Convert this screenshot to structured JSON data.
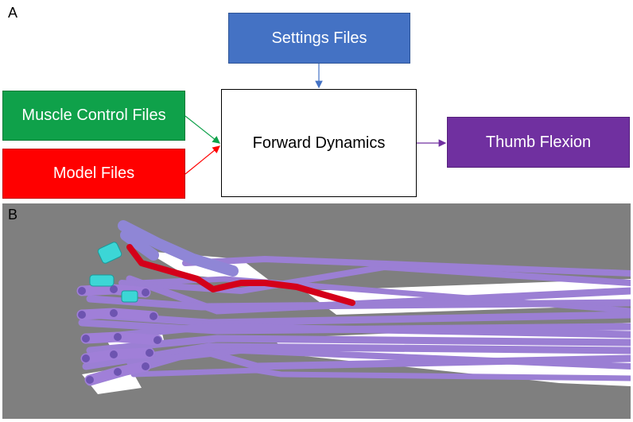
{
  "panels": {
    "a_label": "A",
    "b_label": "B"
  },
  "flowchart": {
    "settings_files": "Settings Files",
    "muscle_control_files": "Muscle Control Files",
    "model_files": "Model Files",
    "forward_dynamics": "Forward Dynamics",
    "thumb_flexion": "Thumb Flexion"
  },
  "colors": {
    "settings": "#4472c4",
    "muscle_control": "#0fa14a",
    "model": "#ff0000",
    "output": "#7030a0",
    "render_background": "#7f7f7f",
    "muscle_paths": "#9b7fd4",
    "thumb_bones": "#8f86d6",
    "highlighted_muscle": "#d4001a",
    "markers": "#3cd6d6",
    "bones": "#ffffff"
  }
}
